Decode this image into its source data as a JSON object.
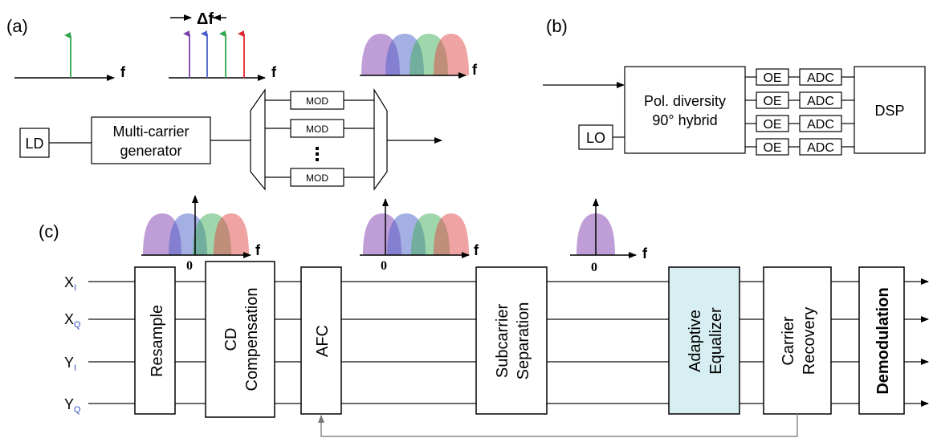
{
  "panels": {
    "a": "(a)",
    "b": "(b)",
    "c": "(c)"
  },
  "axis": {
    "f": "f",
    "zero": "0"
  },
  "panel_a": {
    "delta_f": "Δf",
    "ld": "LD",
    "generator_line1": "Multi-carrier",
    "generator_line2": "generator",
    "mod": "MOD",
    "dots": "⠇"
  },
  "panel_b": {
    "hybrid_line1": "Pol. diversity",
    "hybrid_line2": "90° hybrid",
    "lo": "LO",
    "oe": "OE",
    "adc": "ADC",
    "dsp": "DSP"
  },
  "panel_c": {
    "inputs": [
      {
        "base": "X",
        "sub": "I"
      },
      {
        "base": "X",
        "sub": "Q"
      },
      {
        "base": "Y",
        "sub": "I"
      },
      {
        "base": "Y",
        "sub": "Q"
      }
    ],
    "blocks": {
      "resample": "Resample",
      "cd_line1": "CD",
      "cd_line2": "Compensation",
      "afc": "AFC",
      "sub_line1": "Subcarrier",
      "sub_line2": "Separation",
      "eq_line1": "Adaptive",
      "eq_line2": "Equalizer",
      "cr_line1": "Carrier",
      "cr_line2": "Recovery",
      "demod": "Demodulation"
    }
  },
  "colors": {
    "green": "#2fa64a",
    "purple": "#7b3fa8",
    "blue": "#4a5fc8",
    "red": "#e0282e",
    "equalizer_fill": "#d7eef2",
    "feedback_line": "#888888"
  }
}
